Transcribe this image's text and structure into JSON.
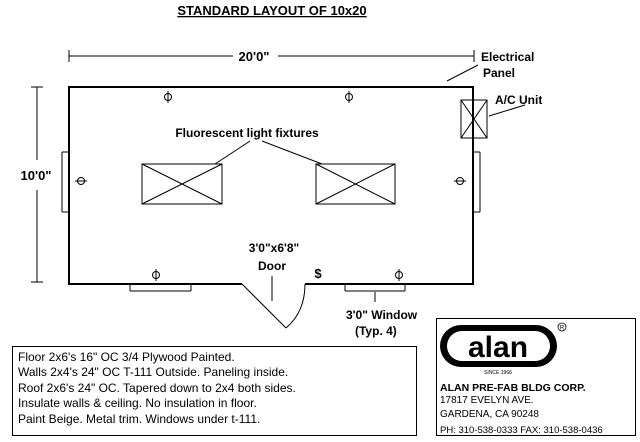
{
  "title": "STANDARD LAYOUT OF 10x20",
  "dimensions": {
    "width_label": "20'0\"",
    "height_label": "10'0\""
  },
  "labels": {
    "electrical_panel_line1": "Electrical",
    "electrical_panel_line2": "Panel",
    "ac_unit": "A/C Unit",
    "fluorescent": "Fluorescent light fixtures",
    "door_size": "3'0\"x6'8\"",
    "door": "Door",
    "switch_symbol": "$",
    "window_line1": "3'0\" Window",
    "window_line2": "(Typ. 4)"
  },
  "notes": [
    "Floor 2x6's 16\" OC  3/4 Plywood  Painted.",
    "Walls 2x4's 24\" OC  T-111 Outside.  Paneling inside.",
    "Roof 2x6's 24\" OC.  Tapered down to 2x4 both sides.",
    "Insulate walls & ceiling.  No insulation in floor.",
    "Paint Beige.  Metal trim.  Windows under t-111."
  ],
  "company": {
    "logo_text": "alan",
    "since": "SINCE 1966",
    "registered": "R",
    "name": "ALAN PRE-FAB BLDG CORP.",
    "address1": "17817 EVELYN AVE.",
    "address2": "GARDENA, CA 90248",
    "phone": "PH: 310-538-0333  FAX: 310-538-0436"
  }
}
